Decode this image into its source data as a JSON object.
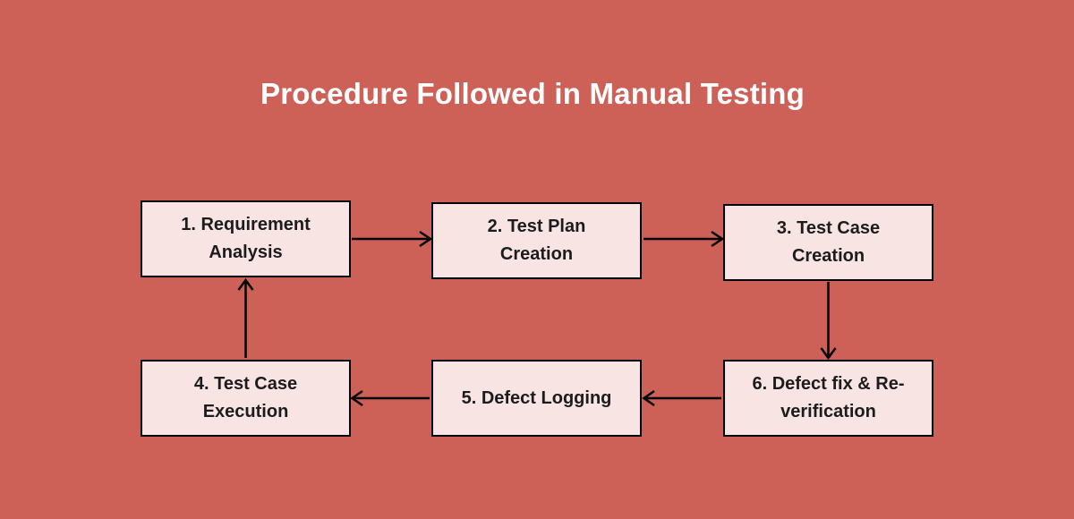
{
  "title": "Procedure Followed in Manual Testing",
  "colors": {
    "background": "#cd6158",
    "box_fill": "#f8e4e2",
    "box_border": "#000000",
    "box_text": "#1c1c1e",
    "title_text": "#ffffff",
    "arrow": "#000000"
  },
  "diagram": {
    "type": "flowchart",
    "steps": [
      {
        "id": 1,
        "label": "1. Requirement Analysis",
        "lines": [
          "1. Requirement",
          "Analysis"
        ]
      },
      {
        "id": 2,
        "label": "2. Test Plan Creation",
        "lines": [
          "2. Test Plan",
          "Creation"
        ]
      },
      {
        "id": 3,
        "label": "3. Test Case Creation",
        "lines": [
          "3. Test Case",
          "Creation"
        ]
      },
      {
        "id": 4,
        "label": "4. Test Case Execution",
        "lines": [
          "4. Test Case",
          "Execution"
        ]
      },
      {
        "id": 5,
        "label": "5. Defect Logging",
        "lines": [
          "5. Defect Logging"
        ]
      },
      {
        "id": 6,
        "label": "6. Defect fix & Re-verification",
        "lines": [
          "6. Defect fix & Re-",
          "verification"
        ]
      }
    ],
    "connections": [
      {
        "from": 1,
        "to": 2,
        "direction": "right"
      },
      {
        "from": 2,
        "to": 3,
        "direction": "right"
      },
      {
        "from": 3,
        "to": 6,
        "direction": "down"
      },
      {
        "from": 6,
        "to": 5,
        "direction": "left"
      },
      {
        "from": 5,
        "to": 4,
        "direction": "left"
      },
      {
        "from": 4,
        "to": 1,
        "direction": "up"
      }
    ]
  }
}
